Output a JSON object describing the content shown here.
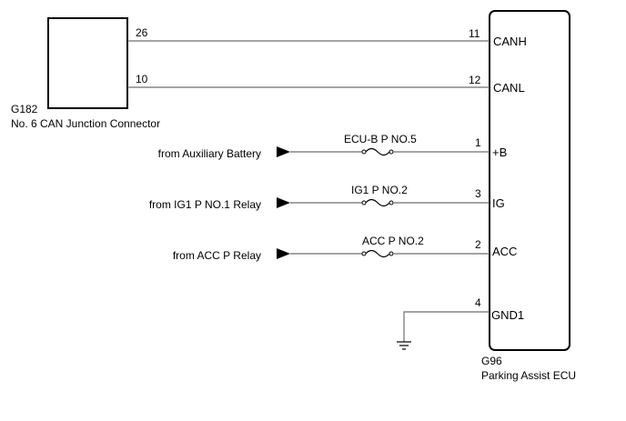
{
  "junction": {
    "code": "G182",
    "name": "No. 6 CAN Junction Connector",
    "pin_canh": "26",
    "pin_canl": "10"
  },
  "ecu": {
    "code": "G96",
    "name": "Parking Assist ECU",
    "pins": [
      {
        "pin": "11",
        "label": "CANH"
      },
      {
        "pin": "12",
        "label": "CANL"
      },
      {
        "pin": "1",
        "label": "+B"
      },
      {
        "pin": "3",
        "label": "IG"
      },
      {
        "pin": "2",
        "label": "ACC"
      },
      {
        "pin": "4",
        "label": "GND1"
      }
    ]
  },
  "sources": [
    {
      "label": "from Auxiliary Battery",
      "fuse": "ECU-B P NO.5"
    },
    {
      "label": "from IG1 P NO.1 Relay",
      "fuse": "IG1 P NO.2"
    },
    {
      "label": "from ACC P Relay",
      "fuse": "ACC P NO.2"
    }
  ]
}
